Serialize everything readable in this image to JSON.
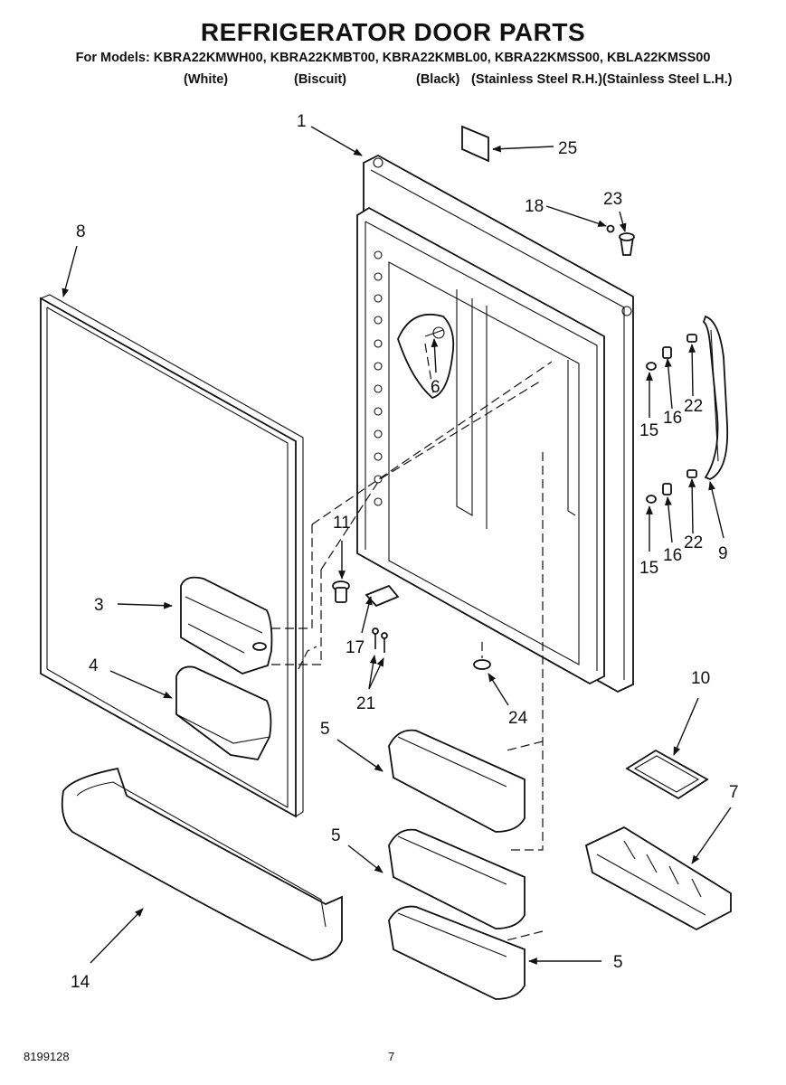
{
  "title": "REFRIGERATOR DOOR PARTS",
  "models_line": "For Models: KBRA22KMWH00, KBRA22KMBT00, KBRA22KMBL00, KBRA22KMSS00, KBLA22KMSS00",
  "color_labels": [
    "(White)",
    "(Biscuit)",
    "(Black)",
    "(Stainless Steel R.H.)(Stainless Steel L.H.)"
  ],
  "callouts": {
    "c1": "1",
    "c25": "25",
    "c18": "18",
    "c23": "23",
    "c8": "8",
    "c6": "6",
    "c15a": "15",
    "c16a": "16",
    "c22a": "22",
    "c15b": "15",
    "c16b": "16",
    "c22b": "22",
    "c9": "9",
    "c11": "11",
    "c3": "3",
    "c17": "17",
    "c4": "4",
    "c21": "21",
    "c24": "24",
    "c10": "10",
    "c5a": "5",
    "c5b": "5",
    "c5c": "5",
    "c7": "7",
    "c14": "14"
  },
  "footer": {
    "doc_number": "8199128",
    "page_number": "7"
  }
}
